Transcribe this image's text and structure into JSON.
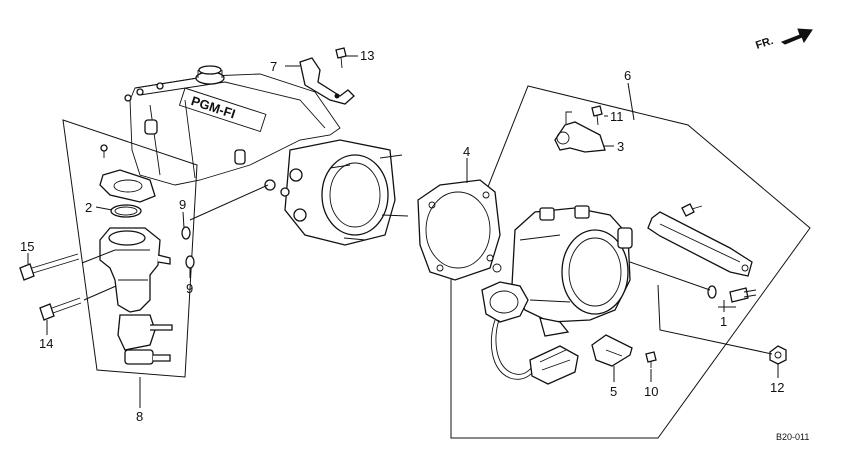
{
  "diagram": {
    "orientation_label": "FR.",
    "drawing_code": "B20-011",
    "engine_cover_lettering": "PGM-FI",
    "callouts": [
      {
        "id": "c1",
        "label": "1"
      },
      {
        "id": "c2",
        "label": "2"
      },
      {
        "id": "c3",
        "label": "3"
      },
      {
        "id": "c4",
        "label": "4"
      },
      {
        "id": "c5",
        "label": "5"
      },
      {
        "id": "c6",
        "label": "6"
      },
      {
        "id": "c7",
        "label": "7"
      },
      {
        "id": "c8",
        "label": "8"
      },
      {
        "id": "c9a",
        "label": "9"
      },
      {
        "id": "c9b",
        "label": "9"
      },
      {
        "id": "c10",
        "label": "10"
      },
      {
        "id": "c11",
        "label": "11"
      },
      {
        "id": "c12",
        "label": "12"
      },
      {
        "id": "c13",
        "label": "13"
      },
      {
        "id": "c14",
        "label": "14"
      },
      {
        "id": "c15",
        "label": "15"
      }
    ]
  }
}
